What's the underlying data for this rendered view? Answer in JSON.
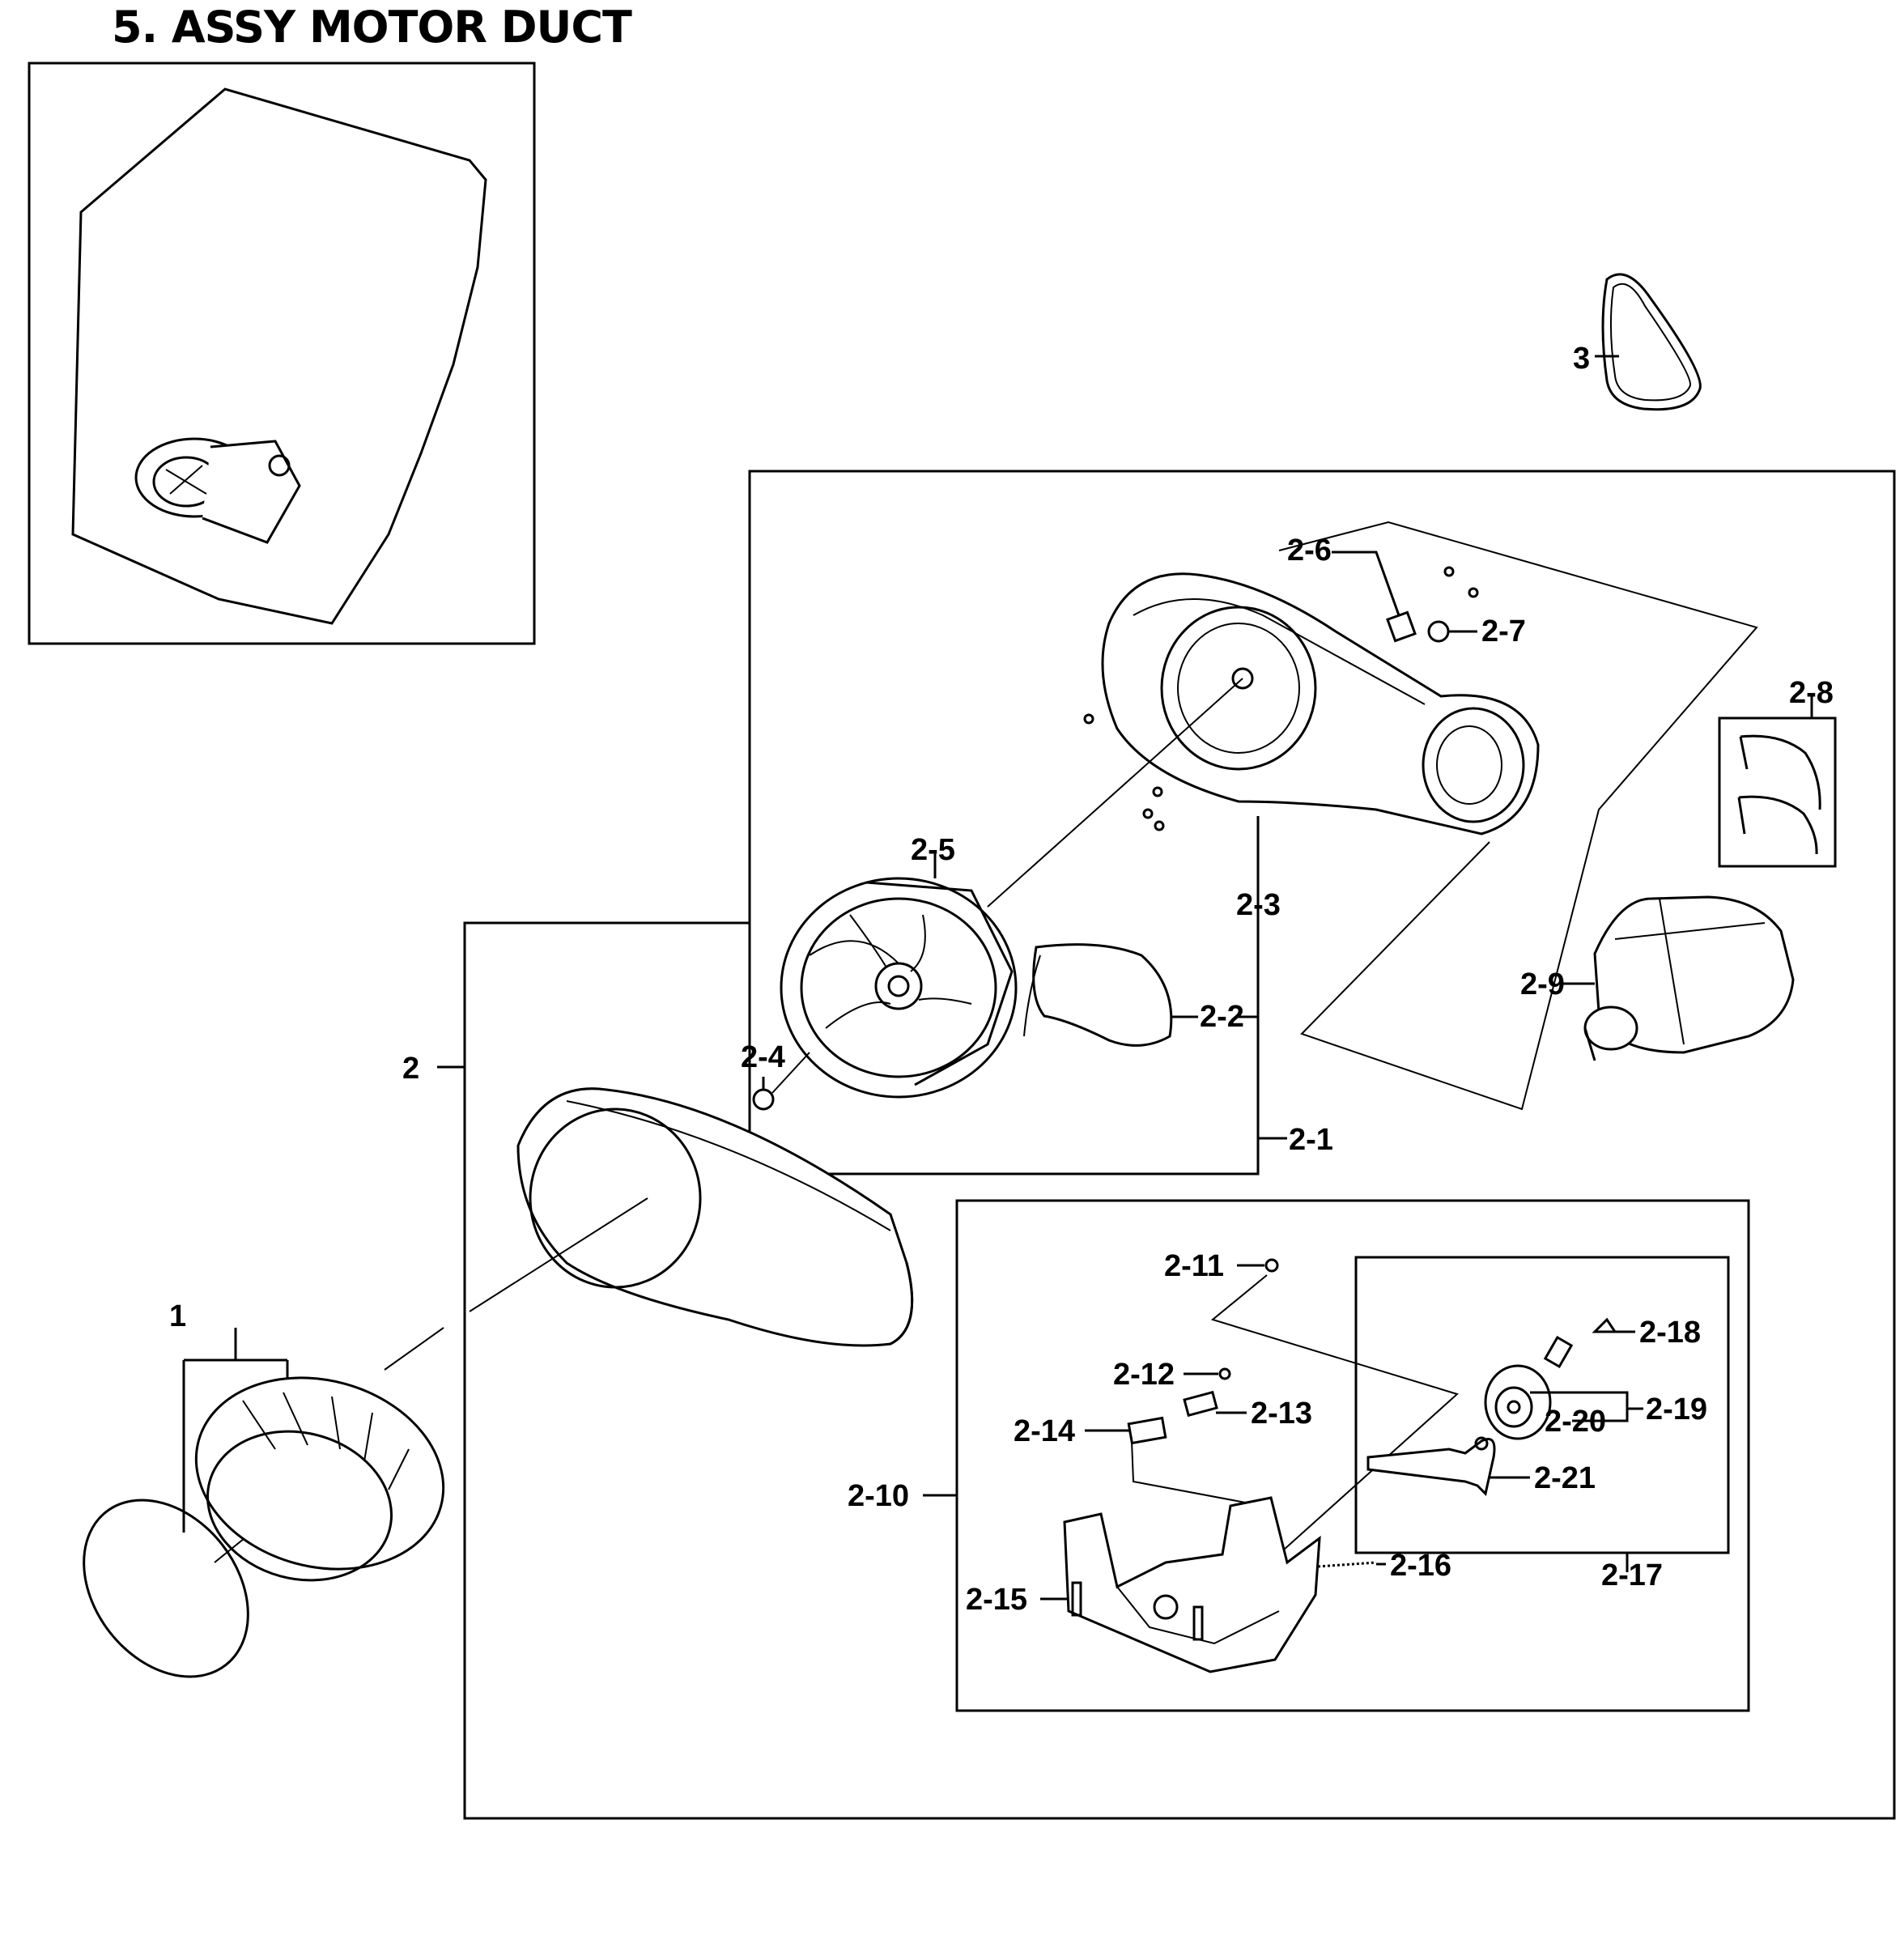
{
  "title": "5. ASSY MOTOR DUCT",
  "labels": {
    "p1": "1",
    "p2": "2",
    "p3": "3",
    "p2_1": "2-1",
    "p2_2": "2-2",
    "p2_3": "2-3",
    "p2_4": "2-4",
    "p2_5": "2-5",
    "p2_6": "2-6",
    "p2_7": "2-7",
    "p2_8": "2-8",
    "p2_9": "2-9",
    "p2_10": "2-10",
    "p2_11": "2-11",
    "p2_12": "2-12",
    "p2_13": "2-13",
    "p2_14": "2-14",
    "p2_15": "2-15",
    "p2_16": "2-16",
    "p2_17": "2-17",
    "p2_18": "2-18",
    "p2_19": "2-19",
    "p2_20": "2-20",
    "p2_21": "2-21"
  }
}
